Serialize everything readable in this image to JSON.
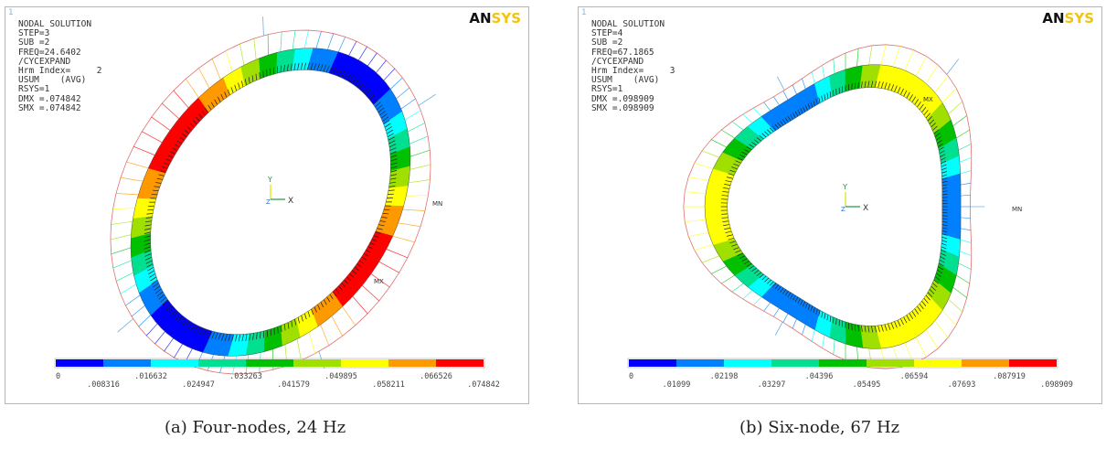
{
  "panels": [
    {
      "id": "a",
      "title": "NODAL SOLUTION",
      "info": [
        "STEP=3",
        "SUB =2",
        "FREQ=24.6402",
        "/CYCEXPAND",
        "Hrm Index=     2",
        "USUM    (AVG)",
        "RSYS=1",
        "DMX =.074842",
        "SMX =.074842"
      ],
      "axis_y": "Y",
      "axis_x": "X",
      "axis_z": "Z",
      "mn_label": "MN",
      "mx_label": "MX",
      "logo_an": "AN",
      "logo_sys": "SYS",
      "corner_mark": "1",
      "legend_values": [
        "0",
        ".008316",
        ".016632",
        ".024947",
        ".033263",
        ".041579",
        ".049895",
        ".058211",
        ".066526",
        ".074842"
      ],
      "caption": "(a) Four-nodes, 24 Hz"
    },
    {
      "id": "b",
      "title": "NODAL SOLUTION",
      "info": [
        "STEP=4",
        "SUB =2",
        "FREQ=67.1865",
        "/CYCEXPAND",
        "Hrm Index=     3",
        "USUM    (AVG)",
        "RSYS=1",
        "DMX =.098909",
        "SMX =.098909"
      ],
      "axis_y": "Y",
      "axis_x": "X",
      "axis_z": "Z",
      "mn_label": "MN",
      "mx_label": "MX",
      "logo_an": "AN",
      "logo_sys": "SYS",
      "corner_mark": "1",
      "legend_values": [
        "0",
        ".01099",
        ".02198",
        ".03297",
        ".04396",
        ".05495",
        ".06594",
        ".07693",
        ".087919",
        ".098909"
      ],
      "caption": "(b) Six-node, 67 Hz"
    }
  ],
  "legend_colors": [
    "#0000ff",
    "#0080ff",
    "#00ffff",
    "#00e090",
    "#00c000",
    "#a0e000",
    "#ffff00",
    "#ff9900",
    "#ff0000"
  ]
}
